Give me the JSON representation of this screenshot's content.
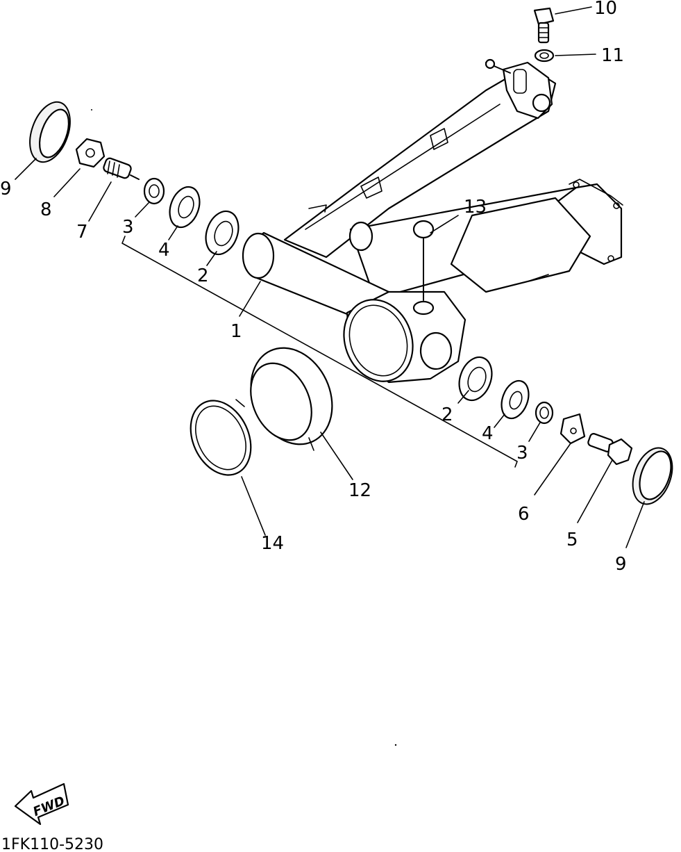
{
  "callouts": {
    "c1": "1",
    "c2a": "2",
    "c2b": "2",
    "c3a": "3",
    "c3b": "3",
    "c4a": "4",
    "c4b": "4",
    "c5": "5",
    "c6": "6",
    "c7": "7",
    "c8": "8",
    "c9a": "9",
    "c9b": "9",
    "c10": "10",
    "c11": "11",
    "c12": "12",
    "c13": "13",
    "c14": "14"
  },
  "fwd_label": "FWD",
  "diagram_code": "1FK110-5230"
}
